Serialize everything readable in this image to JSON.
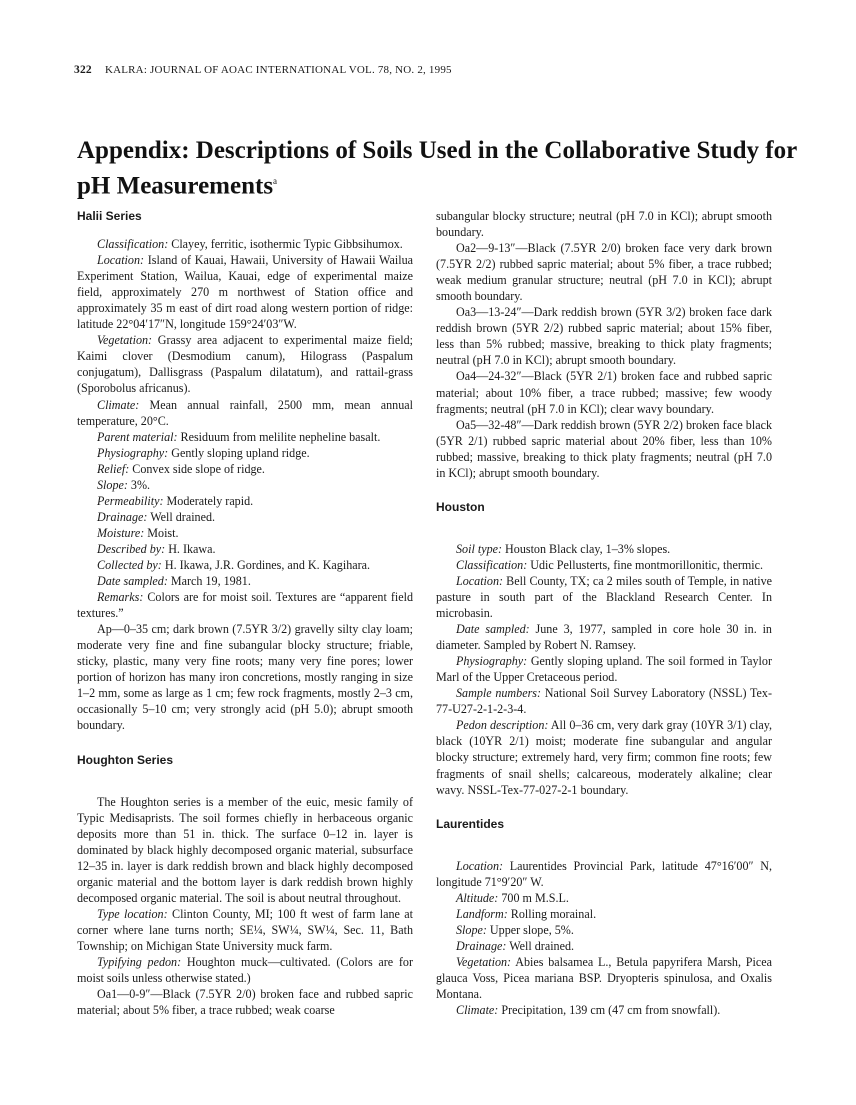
{
  "running_head": {
    "page": "322",
    "journal": "KALRA: JOURNAL OF AOAC INTERNATIONAL VOL. 78, NO. 2, 1995"
  },
  "title": "Appendix: Descriptions of Soils Used in the Collaborative Study for pH Measurements",
  "title_sup": "a",
  "left": {
    "halii_heading": "Halii Series",
    "classification_label": "Classification:",
    "classification_text": " Clayey, ferritic, isothermic Typic Gibbsihumox.",
    "location_label": "Location:",
    "location_text": " Island of Kauai, Hawaii, University of Hawaii Wailua Experiment Station, Wailua, Kauai, edge of experimental maize field, approximately 270 m northwest of Station office and approximately 35 m east of dirt road along western portion of ridge: latitude 22°04′17″N, longitude 159°24′03″W.",
    "vegetation_label": "Vegetation:",
    "vegetation_text": " Grassy area adjacent to experimental maize field; Kaimi clover (Desmodium canum), Hilograss (Paspalum conjugatum), Dallisgrass (Paspalum dilatatum), and rattail-grass (Sporobolus africanus).",
    "climate_label": "Climate:",
    "climate_text": " Mean annual rainfall, 2500 mm, mean annual temperature, 20°C.",
    "parent_label": "Parent material:",
    "parent_text": " Residuum from melilite nepheline basalt.",
    "physiography_label": "Physiography:",
    "physiography_text": " Gently sloping upland ridge.",
    "relief_label": "Relief:",
    "relief_text": " Convex side slope of ridge.",
    "slope_label": "Slope:",
    "slope_text": " 3%.",
    "permeability_label": "Permeability:",
    "permeability_text": " Moderately rapid.",
    "drainage_label": "Drainage:",
    "drainage_text": " Well drained.",
    "moisture_label": "Moisture:",
    "moisture_text": " Moist.",
    "describedby_label": "Described by:",
    "describedby_text": " H. Ikawa.",
    "collectedby_label": "Collected by:",
    "collectedby_text": " H. Ikawa, J.R. Gordines, and K. Kagihara.",
    "datesampled_label": "Date sampled:",
    "datesampled_text": " March 19, 1981.",
    "remarks_label": "Remarks:",
    "remarks_text": " Colors are for moist soil. Textures are “apparent field textures.”",
    "ap_text": "Ap—0–35 cm; dark brown (7.5YR 3/2) gravelly silty clay loam; moderate very fine and fine subangular blocky structure; friable, sticky, plastic, many very fine roots; many very fine pores; lower portion of horizon has many iron concretions, mostly ranging in size 1–2 mm, some as large as 1 cm; few rock fragments, mostly 2–3 cm, occasionally 5–10 cm; very strongly acid (pH 5.0); abrupt smooth boundary.",
    "houghton_heading": "Houghton Series",
    "houghton_intro": "The Houghton series is a member of the euic, mesic family of Typic Medisaprists. The soil formes chiefly in herbaceous organic deposits more than 51 in. thick. The surface 0–12 in. layer is dominated by black highly decomposed organic material, subsurface 12–35 in. layer is dark reddish brown and black highly decomposed organic material and the bottom layer is dark reddish brown highly decomposed organic material. The soil is about neutral throughout.",
    "typeloc_label": "Type location:",
    "typeloc_text": " Clinton County, MI; 100 ft west of farm lane at corner where lane turns north; SE¼, SW¼, SW¼, Sec. 11, Bath Township; on Michigan State University muck farm.",
    "typifying_label": "Typifying pedon:",
    "typifying_text": " Houghton muck—cultivated. (Colors are for moist soils unless otherwise stated.)",
    "oa1_text": "Oa1—0-9″—Black (7.5YR 2/0) broken face and rubbed sapric material; about 5% fiber, a trace rubbed; weak coarse"
  },
  "right": {
    "oa1_cont": "subangular blocky structure; neutral (pH 7.0 in KCl); abrupt smooth boundary.",
    "oa2_text": "Oa2—9-13″—Black (7.5YR 2/0) broken face very dark brown (7.5YR 2/2) rubbed sapric material; about 5% fiber, a trace rubbed; weak medium granular structure; neutral (pH 7.0 in KCl); abrupt smooth boundary.",
    "oa3_text": "Oa3—13-24″—Dark reddish brown (5YR 3/2) broken face dark reddish brown (5YR 2/2) rubbed sapric material; about 15% fiber, less than 5% rubbed; massive, breaking to thick platy fragments; neutral (pH 7.0 in KCl); abrupt smooth boundary.",
    "oa4_text": "Oa4—24-32″—Black (5YR 2/1) broken face and rubbed sapric material; about 10% fiber, a trace rubbed; massive; few woody fragments; neutral (pH 7.0 in KCl); clear wavy boundary.",
    "oa5_text": "Oa5—32-48″—Dark reddish brown (5YR 2/2) broken face black (5YR 2/1) rubbed sapric material about 20% fiber, less than 10% rubbed; massive, breaking to thick platy fragments; neutral (pH 7.0 in KCl); abrupt smooth boundary.",
    "houston_heading": "Houston",
    "soiltype_label": "Soil type:",
    "soiltype_text": " Houston Black clay, 1–3% slopes.",
    "h_class_label": "Classification:",
    "h_class_text": " Udic Pellusterts, fine montmorillonitic, thermic.",
    "h_loc_label": "Location:",
    "h_loc_text": " Bell County, TX; ca 2 miles south of Temple, in native pasture in south part of the Blackland Research Center. In microbasin.",
    "h_date_label": "Date sampled:",
    "h_date_text": " June 3, 1977, sampled in core hole 30 in. in diameter. Sampled by Robert N. Ramsey.",
    "h_phys_label": "Physiography:",
    "h_phys_text": " Gently sloping upland. The soil formed in Taylor Marl of the Upper Cretaceous period.",
    "h_sample_label": "Sample numbers:",
    "h_sample_text": " National Soil Survey Laboratory (NSSL) Tex-77-U27-2-1-2-3-4.",
    "h_pedon_label": "Pedon description:",
    "h_pedon_text": " All 0–36 cm, very dark gray (10YR 3/1) clay, black (10YR 2/1) moist; moderate fine subangular and angular blocky structure; extremely hard, very firm; common fine roots; few fragments of snail shells; calcareous, moderately alkaline; clear wavy. NSSL-Tex-77-027-2-1 boundary.",
    "laurentides_heading": "Laurentides",
    "l_loc_label": "Location:",
    "l_loc_text": " Laurentides Provincial Park, latitude 47°16′00″ N, longitude 71°9′20″ W.",
    "l_alt_label": "Altitude:",
    "l_alt_text": " 700 m M.S.L.",
    "l_land_label": "Landform:",
    "l_land_text": " Rolling morainal.",
    "l_slope_label": "Slope:",
    "l_slope_text": " Upper slope, 5%.",
    "l_drain_label": "Drainage:",
    "l_drain_text": " Well drained.",
    "l_veg_label": "Vegetation:",
    "l_veg_text": " Abies balsamea L., Betula papyrifera Marsh, Picea glauca Voss, Picea mariana BSP. Dryopteris spinulosa, and Oxalis Montana.",
    "l_clim_label": "Climate:",
    "l_clim_text": " Precipitation, 139 cm (47 cm from snowfall)."
  }
}
